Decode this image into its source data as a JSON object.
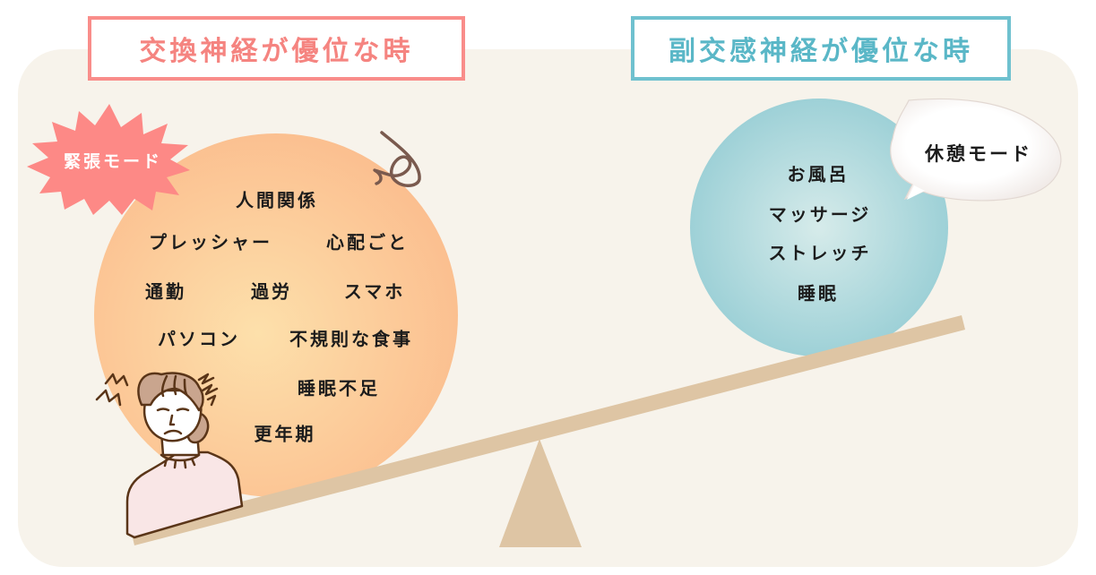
{
  "titles": {
    "sympathetic": "交換神経が優位な時",
    "parasympathetic": "副交感神経が優位な時"
  },
  "badges": {
    "tension_mode": "緊張モード",
    "rest_mode": "休憩モード"
  },
  "stress_factors": [
    "人間関係",
    "プレッシャー",
    "心配ごと",
    "通勤",
    "過労",
    "スマホ",
    "パソコン",
    "不規則な食事",
    "睡眠不足",
    "更年期"
  ],
  "relaxation_factors": [
    "お風呂",
    "マッサージ",
    "ストレッチ",
    "睡眠"
  ],
  "colors": {
    "panel_bg": "#f7f3eb",
    "sympathetic_accent": "#f98d8a",
    "parasympathetic_accent": "#6fc1cf",
    "orange_ball": "#fbc08f",
    "teal_ball": "#9dd0d6",
    "seesaw": "#dec5a4",
    "tension_burst": "#fd8986"
  },
  "icons": {
    "stress_burst": "spiky-burst-icon",
    "rest_bubble": "speech-bubble-icon",
    "swirl": "stress-swirl-icon",
    "person": "stressed-woman-icon",
    "seesaw": "seesaw-icon"
  }
}
